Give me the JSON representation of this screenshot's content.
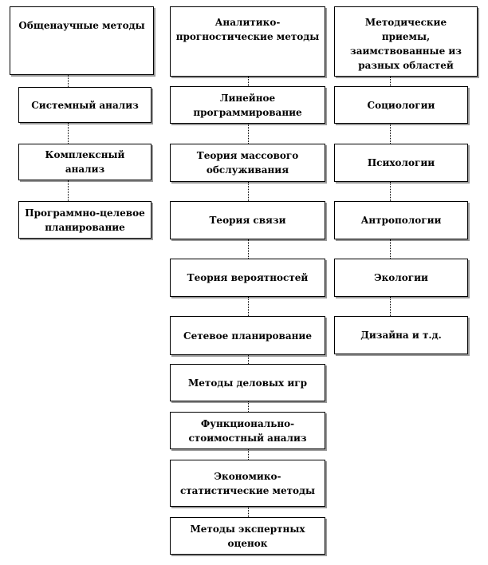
{
  "columns": [
    {
      "header": "Общенаучные методы",
      "items": [
        "Системный анализ",
        "Комплексный анализ",
        "Программно-целевое планирование"
      ]
    },
    {
      "header": "Аналитико-прогностические методы",
      "items": [
        "Линейное программирование",
        "Теория массового обслуживания",
        "Теория связи",
        "Теория вероятностей",
        "Сетевое планирование",
        "Методы деловых игр",
        "Функционально-стоимостный анализ",
        "Экономико-статистические методы",
        "Методы экспертных оценок"
      ]
    },
    {
      "header": "Методические приемы, заимствованные из разных областей",
      "items": [
        "Социологии",
        "Психологии",
        "Антропологии",
        "Экологии",
        "Дизайна и т.д."
      ]
    }
  ]
}
